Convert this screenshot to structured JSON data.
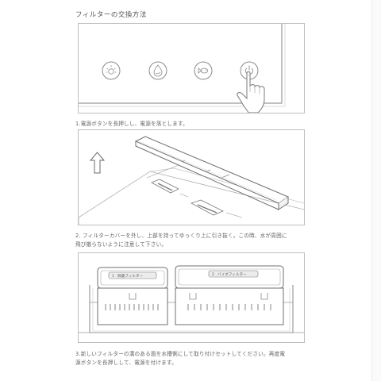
{
  "title": "フィルターの交換方法",
  "steps": [
    {
      "caption_lines": [
        "1.電源ボタンを長押しし、電源を落とします。"
      ]
    },
    {
      "caption_lines": [
        "2. フィルターカバーを外し、上部を持ってゆっくり上に引き抜く。この時、水が周囲に",
        "飛び散らないように注意して下さい。"
      ]
    },
    {
      "caption_lines": [
        "3.新しいフィルターの溝のある面を水槽側にして取り付けセットしてください。再度電",
        "源ボタンを長押しして、電源を付けます。"
      ],
      "filters": [
        {
          "number": "1",
          "label": "除菌フィルター"
        },
        {
          "number": "2",
          "label": "バイオフィルター"
        }
      ]
    }
  ],
  "icons": [
    "light-icon",
    "water-drop-icon",
    "fish-icon",
    "power-icon"
  ]
}
